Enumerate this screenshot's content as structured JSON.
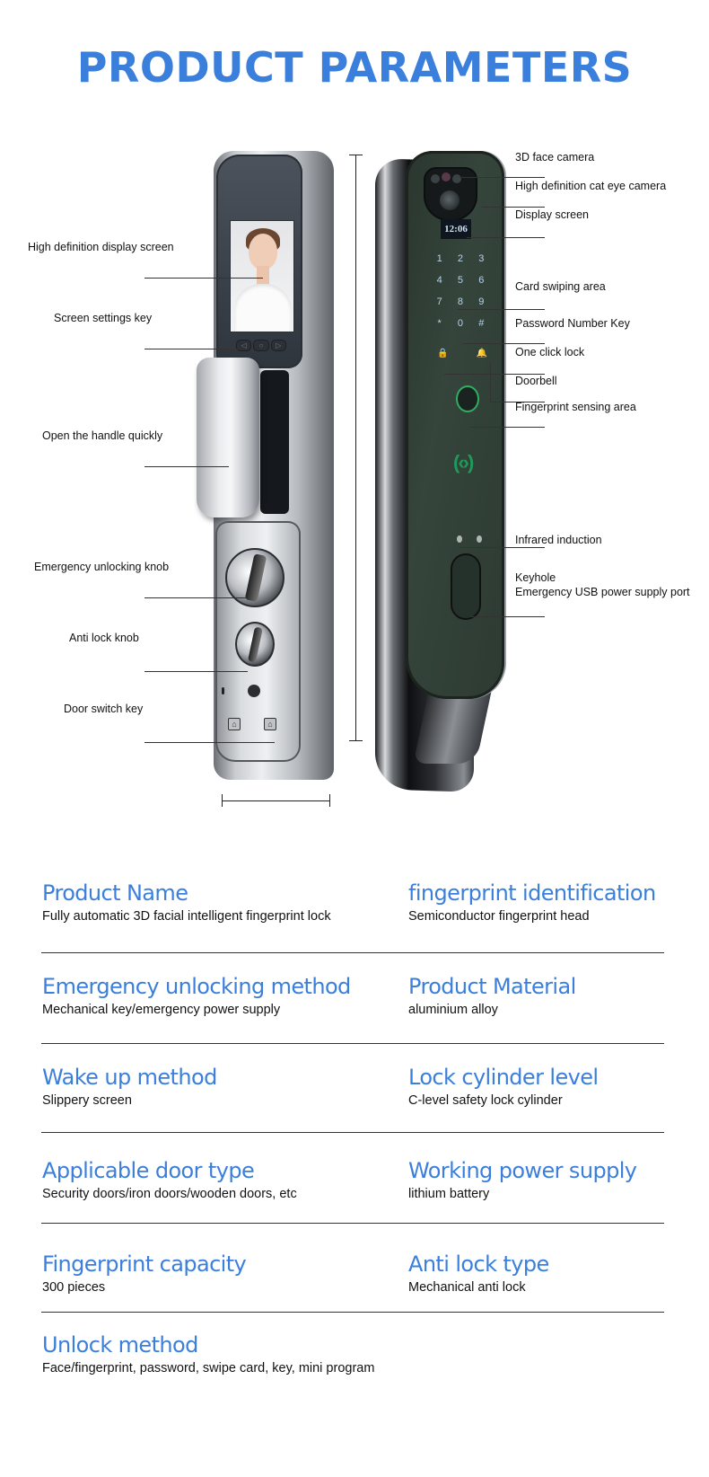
{
  "page": {
    "title": "PRODUCT PARAMETERS",
    "accent_color": "#3b7fdc",
    "text_color": "#111111"
  },
  "figure": {
    "front_labels": [
      "High definition display screen",
      "Screen settings key",
      "Open the handle quickly",
      "Emergency unlocking knob",
      "Anti lock knob",
      "Door switch key"
    ],
    "back_labels": [
      "3D face camera",
      "High definition cat eye camera",
      "Display screen",
      "Card swiping area",
      "Password Number Key",
      "One click lock",
      "Doorbell",
      "Fingerprint sensing area",
      "Infrared induction",
      "Keyhole",
      "Emergency USB power supply port"
    ],
    "display_time": "12:06",
    "keypad": [
      "1",
      "2",
      "3",
      "4",
      "5",
      "6",
      "7",
      "8",
      "9",
      "*",
      "0",
      "#"
    ],
    "screen_keys": [
      "◁",
      "○",
      "▷"
    ],
    "icons": {
      "lock": "🔒",
      "bell": "🔔",
      "door_switch": "⌂"
    }
  },
  "specs": [
    {
      "label": "Product Name",
      "value": "Fully automatic 3D facial intelligent fingerprint lock"
    },
    {
      "label": "fingerprint identification",
      "value": "Semiconductor fingerprint head"
    },
    {
      "label": "Emergency unlocking method",
      "value": "Mechanical key/emergency power supply"
    },
    {
      "label": "Product Material",
      "value": "aluminium alloy"
    },
    {
      "label": "Wake up method",
      "value": "Slippery screen"
    },
    {
      "label": "Lock cylinder level",
      "value": "C-level safety lock cylinder"
    },
    {
      "label": "Applicable door type",
      "value": "Security doors/iron doors/wooden doors, etc"
    },
    {
      "label": "Working power supply",
      "value": "lithium battery"
    },
    {
      "label": "Fingerprint capacity",
      "value": "300 pieces"
    },
    {
      "label": "Anti lock type",
      "value": "Mechanical anti lock"
    },
    {
      "label": "Unlock method",
      "value": "Face/fingerprint, password, swipe card, key, mini program"
    }
  ]
}
